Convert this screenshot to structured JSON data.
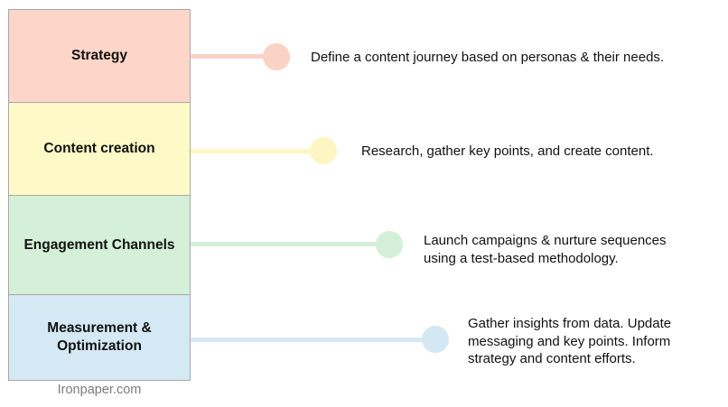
{
  "stages": [
    {
      "label": "Strategy",
      "description": "Define a content journey based on personas & their needs.",
      "fill": "#fdd5c9",
      "accent": "#fad3c6"
    },
    {
      "label": "Content creation",
      "description": "Research, gather key points, and create content.",
      "fill": "#fefac7",
      "accent": "#fdf6c2"
    },
    {
      "label": "Engagement Channels",
      "description": "Launch campaigns & nurture sequences using a test-based methodology.",
      "fill": "#d4f0d8",
      "accent": "#d4efd7"
    },
    {
      "label": "Measurement & Optimization",
      "description": "Gather insights from data. Update messaging and key points. Inform strategy and content efforts.",
      "fill": "#d4e9f4",
      "accent": "#d4e8f3"
    }
  ],
  "footer": "Ironpaper.com"
}
